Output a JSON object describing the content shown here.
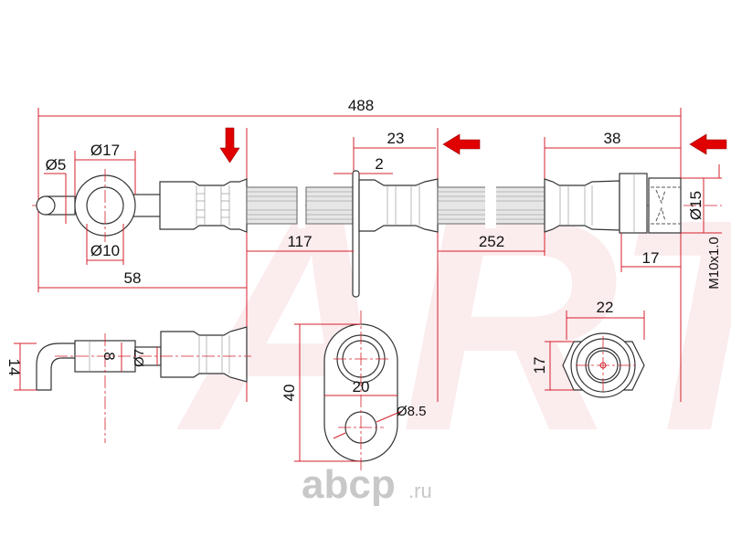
{
  "watermark": "ART",
  "logo": {
    "main": "abcp",
    "suffix": ".ru"
  },
  "colors": {
    "dimension": "#d4202c",
    "arrow": "#e00000",
    "outline": "#333333",
    "watermark": "#fbecee"
  },
  "dimensions": {
    "total_length": "488",
    "dia_5": "Ø5",
    "dia_17": "Ø17",
    "dia_10": "Ø10",
    "len_58": "58",
    "len_117": "117",
    "len_23": "23",
    "len_2": "2",
    "len_252": "252",
    "len_38": "38",
    "len_17": "17",
    "dia_15": "Ø15",
    "thread": "M10x1.0",
    "height_14": "14",
    "dia_8": "8",
    "dia_7": "Ø7",
    "bracket_height": "40",
    "bracket_width": "20",
    "bracket_hole": "Ø8.5",
    "nut_width": "22",
    "nut_height": "17"
  }
}
